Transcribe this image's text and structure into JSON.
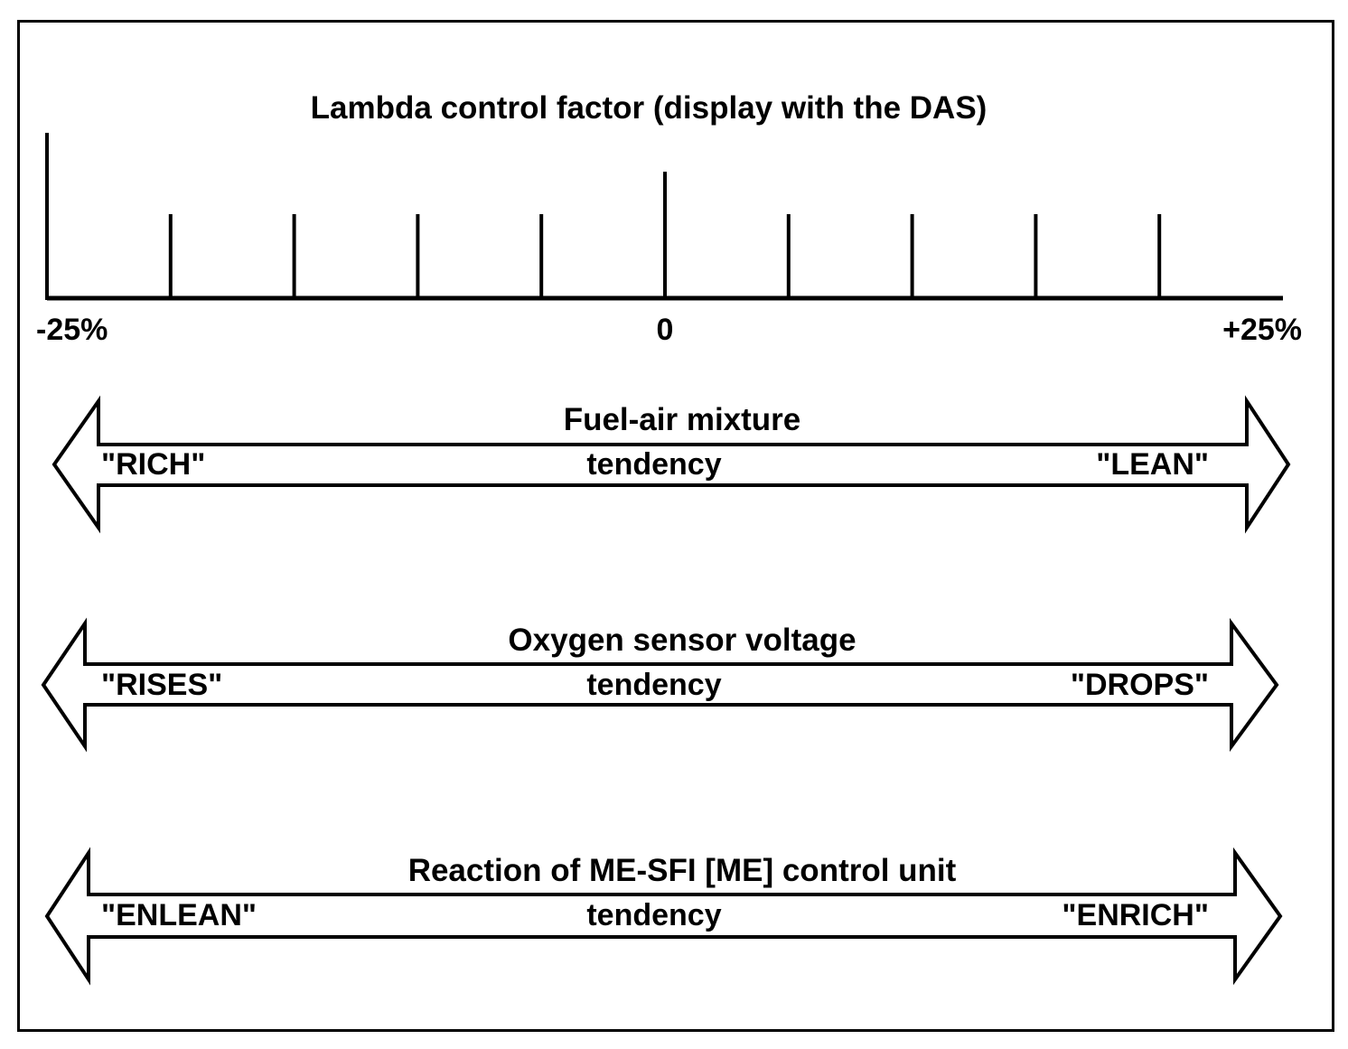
{
  "diagram": {
    "title": "Lambda control factor (display with the DAS)",
    "scale": {
      "min_label": "-25%",
      "mid_label": "0",
      "max_label": "+25%",
      "ticks_percent": [
        -25,
        -20,
        -15,
        -10,
        -5,
        0,
        5,
        10,
        15,
        20
      ],
      "range_percent": [
        -25,
        25
      ]
    },
    "arrows": [
      {
        "title": "Fuel-air mixture",
        "left": "\"RICH\"",
        "center": "tendency",
        "right": "\"LEAN\""
      },
      {
        "title": "Oxygen sensor voltage",
        "left": "\"RISES\"",
        "center": "tendency",
        "right": "\"DROPS\""
      },
      {
        "title": "Reaction of ME-SFI [ME] control unit",
        "left": "\"ENLEAN\"",
        "center": "tendency",
        "right": "\"ENRICH\""
      }
    ],
    "line_color": "#000000",
    "background_color": "#ffffff"
  }
}
